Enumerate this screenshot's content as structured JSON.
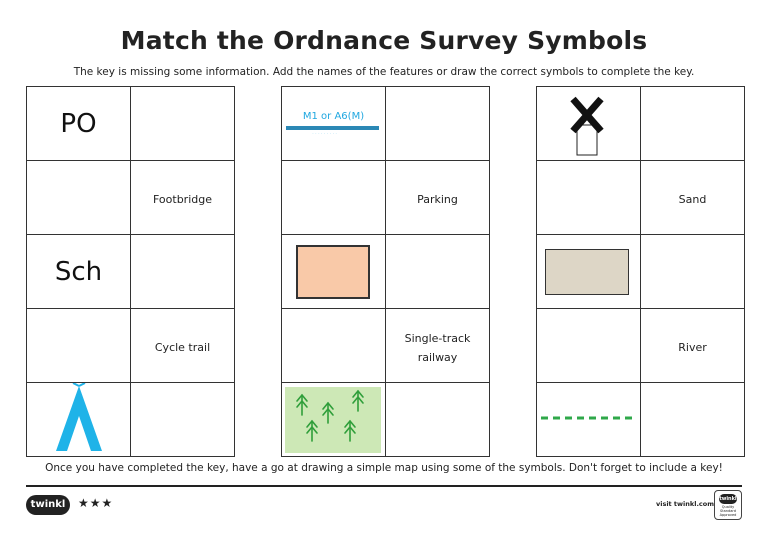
{
  "header": {
    "title": "Match the Ordnance Survey Symbols",
    "instructions": "The key is missing some information. Add the names of the features or draw the correct symbols to complete the key."
  },
  "table1": {
    "row1_symbol": "PO",
    "row2_name": "Footbridge",
    "row3_symbol": "Sch",
    "row4_name": "Cycle trail",
    "row5_symbol_icon": "tent-icon"
  },
  "table2": {
    "row1_symbol_label": "M1 or A6(M)",
    "row1_symbol_dots": ".........",
    "row2_name": "Parking",
    "row3_symbol_icon": "orange-area-icon",
    "row4_name_line1": "Single-track",
    "row4_name_line2": "railway",
    "row5_symbol_icon": "coniferous-wood-icon"
  },
  "table3": {
    "row1_symbol_icon": "windmill-icon",
    "row2_name": "Sand",
    "row3_symbol_icon": "beige-area-icon",
    "row4_name": "River",
    "row5_symbol_icon": "green-dashed-line-icon"
  },
  "footer": {
    "note": "Once you have completed the key, have a go at drawing a simple map using some of the symbols. Don't forget to include a key!",
    "logo_text": "twinkl",
    "stars": "★★★",
    "visit": "visit twinkl.com",
    "badge_top": "twinkl",
    "badge_text": "Quality Standard Approved"
  },
  "colors": {
    "road_blue": "#2b88b5",
    "road_label": "#1fa7e0",
    "tent_blue": "#1fb3e8",
    "orange_fill": "#f9c9a8",
    "sand_fill": "#ddd6c6",
    "forest_bg": "#cde8b6",
    "tree_green": "#2f9e3a",
    "dash_green": "#2fa84a"
  }
}
